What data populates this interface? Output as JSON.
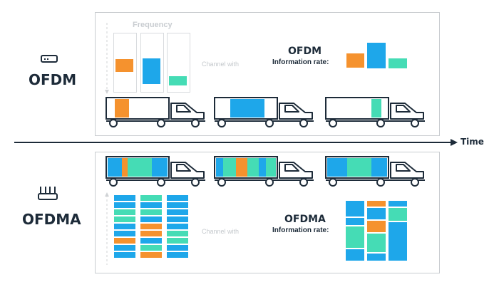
{
  "labels": {
    "ofdm": "OFDM",
    "ofdma": "OFDMA",
    "frequency": "Frequency",
    "channel_with_top": "Channel with",
    "channel_with_bottom": "Channel with",
    "time": "Time"
  },
  "ofdm_rate": {
    "title": "OFDM",
    "subtitle": "Information rate:"
  },
  "ofdma_rate": {
    "title": "OFDMA",
    "subtitle": "Information rate:"
  },
  "colors": {
    "orange": "#f5922e",
    "blue": "#1ea7ea",
    "teal": "#45dcb5",
    "dark": "#1d2b39",
    "border": "#c9ccd0"
  },
  "icons": [
    "router-icon",
    "wifi-router-icon",
    "truck-icon",
    "arrow-right-icon"
  ]
}
